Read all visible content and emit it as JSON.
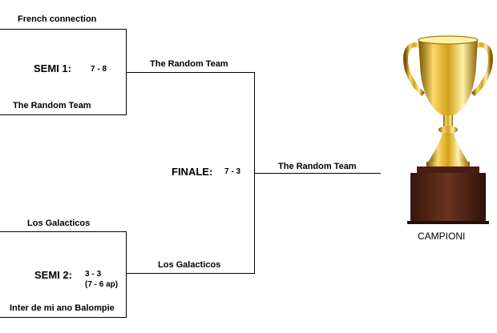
{
  "semi1": {
    "label": "SEMI 1:",
    "score": "7 - 8",
    "team_top": "French connection",
    "team_bottom": "The Random Team",
    "winner": "The Random Team"
  },
  "semi2": {
    "label": "SEMI 2:",
    "score": "3 - 3",
    "score_extra": "(7 - 6 ap)",
    "team_top": "Los Galacticos",
    "team_bottom": "Inter de mi ano Balompie",
    "winner": "Los Galacticos"
  },
  "final": {
    "label": "FINALE:",
    "score": "7 - 3",
    "winner": "The Random Team"
  },
  "trophy": {
    "caption": "CAMPIONI",
    "icon": "trophy-icon",
    "colors": {
      "gold": "#d4a017",
      "gold_dark": "#8a6100",
      "base": "#5b2a1a"
    }
  }
}
